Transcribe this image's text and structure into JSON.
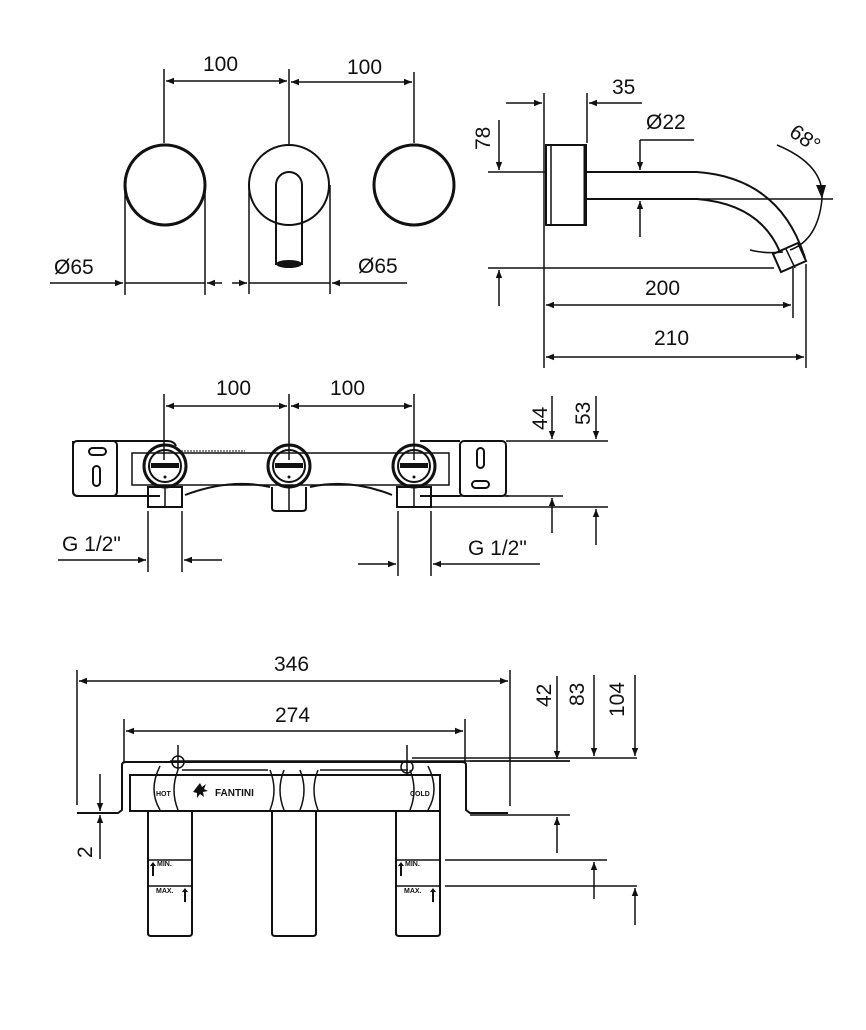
{
  "drawing": {
    "background": "#ffffff",
    "line_color": "#111111"
  },
  "front_view": {
    "spacing_left": "100",
    "spacing_right": "100",
    "handle_left_diameter": "Ø65",
    "handle_right_diameter": "Ø65"
  },
  "side_view": {
    "plate_depth": "35",
    "spout_diameter": "Ø22",
    "angle": "68°",
    "height": "78",
    "projection": "200",
    "overall_length": "210"
  },
  "bracket_front_view": {
    "spacing_left": "100",
    "spacing_right": "100",
    "height_inner": "44",
    "height_outer": "53",
    "thread_left": "G 1/2\"",
    "thread_right": "G 1/2\""
  },
  "bracket_top_view": {
    "overall_width": "346",
    "inner_width": "274",
    "depth_1": "42",
    "depth_2": "83",
    "depth_3": "104",
    "plate_thickness": "2",
    "label_hot": "HOT",
    "label_cold": "COLD",
    "brand": "FANTINI",
    "min_label": "MIN.",
    "max_label": "MAX."
  }
}
